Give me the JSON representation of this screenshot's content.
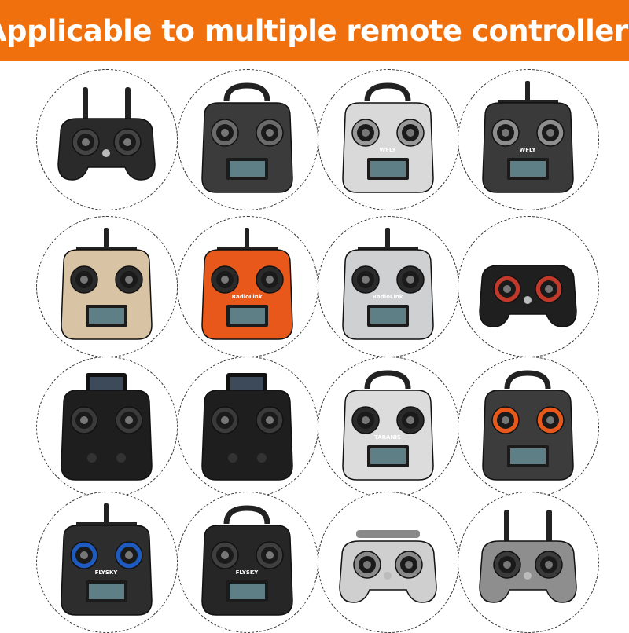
{
  "banner": {
    "title": "Applicable to multiple remote controllers",
    "background": "#f0700e"
  },
  "controllers": [
    {
      "id": "dji",
      "body": "#2a2a2a",
      "accent": "#444444",
      "shape": "gamepad-antenna",
      "label": ""
    },
    {
      "id": "wfly-gray",
      "body": "#3b3b3b",
      "accent": "#6b6b6b",
      "shape": "tx-handle",
      "label": ""
    },
    {
      "id": "wfly-silver",
      "body": "#d9d9d9",
      "accent": "#9a9a9a",
      "shape": "tx-handle",
      "label": "WFLY"
    },
    {
      "id": "wfly-dark",
      "body": "#3a3a3a",
      "accent": "#8e8e8e",
      "shape": "tx-antenna",
      "label": "WFLY"
    },
    {
      "id": "radiolink-gold",
      "body": "#d8c3a4",
      "accent": "#2a2a2a",
      "shape": "tx-antenna",
      "label": ""
    },
    {
      "id": "radiolink-orange",
      "body": "#e8581a",
      "accent": "#2a2a2a",
      "shape": "tx-antenna",
      "label": "RadioLink"
    },
    {
      "id": "radiolink-silver",
      "body": "#cfd0d2",
      "accent": "#2b2b2b",
      "shape": "tx-antenna",
      "label": "RadioLink"
    },
    {
      "id": "radiolink-pad",
      "body": "#1f1f1f",
      "accent": "#c0392b",
      "shape": "gamepad",
      "label": ""
    },
    {
      "id": "frsky-black-1",
      "body": "#1e1e1e",
      "accent": "#3a3a3a",
      "shape": "tx-screen-top",
      "label": ""
    },
    {
      "id": "frsky-black-2",
      "body": "#1e1e1e",
      "accent": "#3a3a3a",
      "shape": "tx-screen-top",
      "label": ""
    },
    {
      "id": "taranis",
      "body": "#dcdcdc",
      "accent": "#2a2a2a",
      "shape": "tx-handle",
      "label": "TARANIS"
    },
    {
      "id": "frsky-horus",
      "body": "#3c3c3c",
      "accent": "#e8581a",
      "shape": "tx-handle",
      "label": ""
    },
    {
      "id": "flysky-blue",
      "body": "#2d2d2d",
      "accent": "#1e5bbf",
      "shape": "tx-antenna",
      "label": "FLYSKY"
    },
    {
      "id": "flysky-black",
      "body": "#262626",
      "accent": "#3f3f3f",
      "shape": "tx-handle",
      "label": "FLYSKY"
    },
    {
      "id": "radiomaster-pad",
      "body": "#cfcfcf",
      "accent": "#8a8a8a",
      "shape": "gamepad-handle",
      "label": ""
    },
    {
      "id": "jumper-pad",
      "body": "#8e8e8e",
      "accent": "#3a3a3a",
      "shape": "gamepad-antenna",
      "label": ""
    }
  ]
}
